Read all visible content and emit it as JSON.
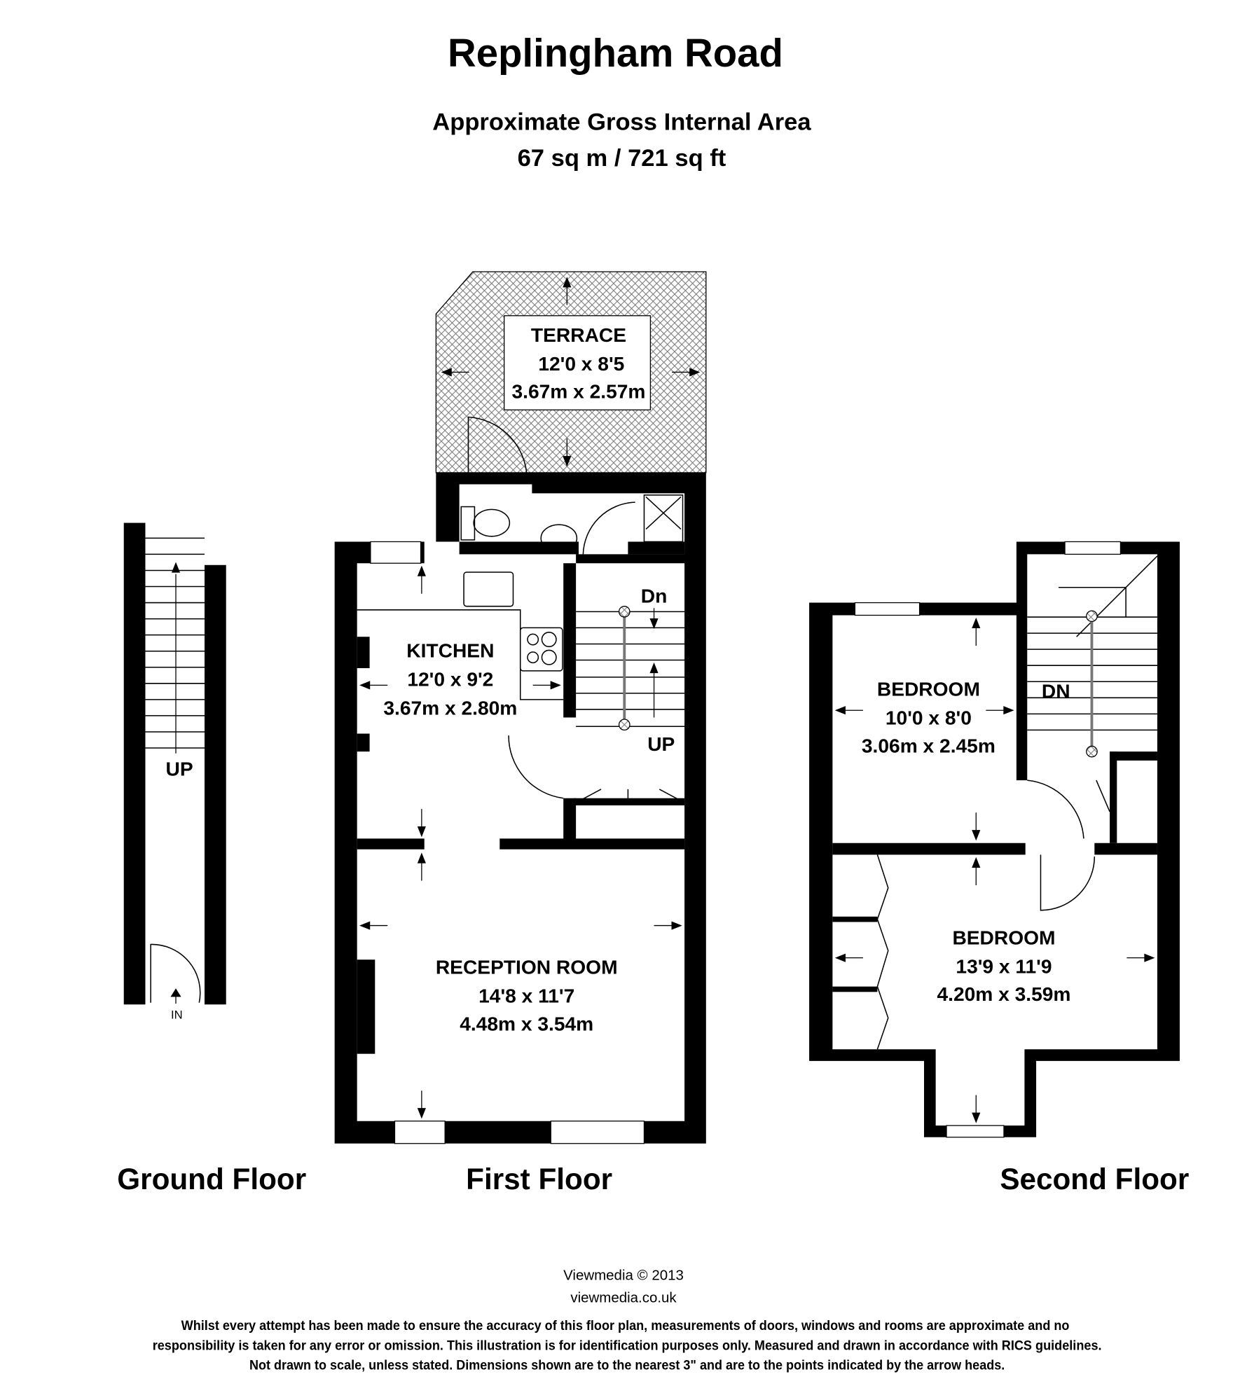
{
  "header": {
    "title": "Replingham Road",
    "area_label": "Approximate Gross Internal Area",
    "area_value": "67 sq m / 721 sq ft"
  },
  "floors": {
    "ground": {
      "label": "Ground Floor",
      "up": "UP",
      "in": "IN"
    },
    "first": {
      "label": "First Floor",
      "terrace": {
        "name": "TERRACE",
        "imperial": "12'0 x 8'5",
        "metric": "3.67m x 2.57m"
      },
      "kitchen": {
        "name": "KITCHEN",
        "imperial": "12'0 x 9'2",
        "metric": "3.67m x 2.80m"
      },
      "reception": {
        "name": "RECEPTION ROOM",
        "imperial": "14'8 x 11'7",
        "metric": "4.48m x 3.54m"
      },
      "stairs_dn": "Dn",
      "stairs_up": "UP"
    },
    "second": {
      "label": "Second Floor",
      "bedroom1": {
        "name": "BEDROOM",
        "imperial": "10'0 x 8'0",
        "metric": "3.06m x 2.45m"
      },
      "bedroom2": {
        "name": "BEDROOM",
        "imperial": "13'9 x 11'9",
        "metric": "4.20m x 3.59m"
      },
      "stairs_dn": "DN"
    }
  },
  "footer": {
    "copyright": "Viewmedia © 2013",
    "website": "viewmedia.co.uk",
    "disclaimer": [
      "Whilst every attempt has been made to ensure the accuracy of this floor plan, measurements of doors, windows and rooms are approximate and no",
      "responsibility is taken for any error or omission. This illustration is for identification purposes only. Measured and drawn in accordance with RICS guidelines.",
      "Not drawn to scale, unless stated. Dimensions shown are to the nearest 3\" and are to the points indicated by the arrow heads."
    ]
  }
}
